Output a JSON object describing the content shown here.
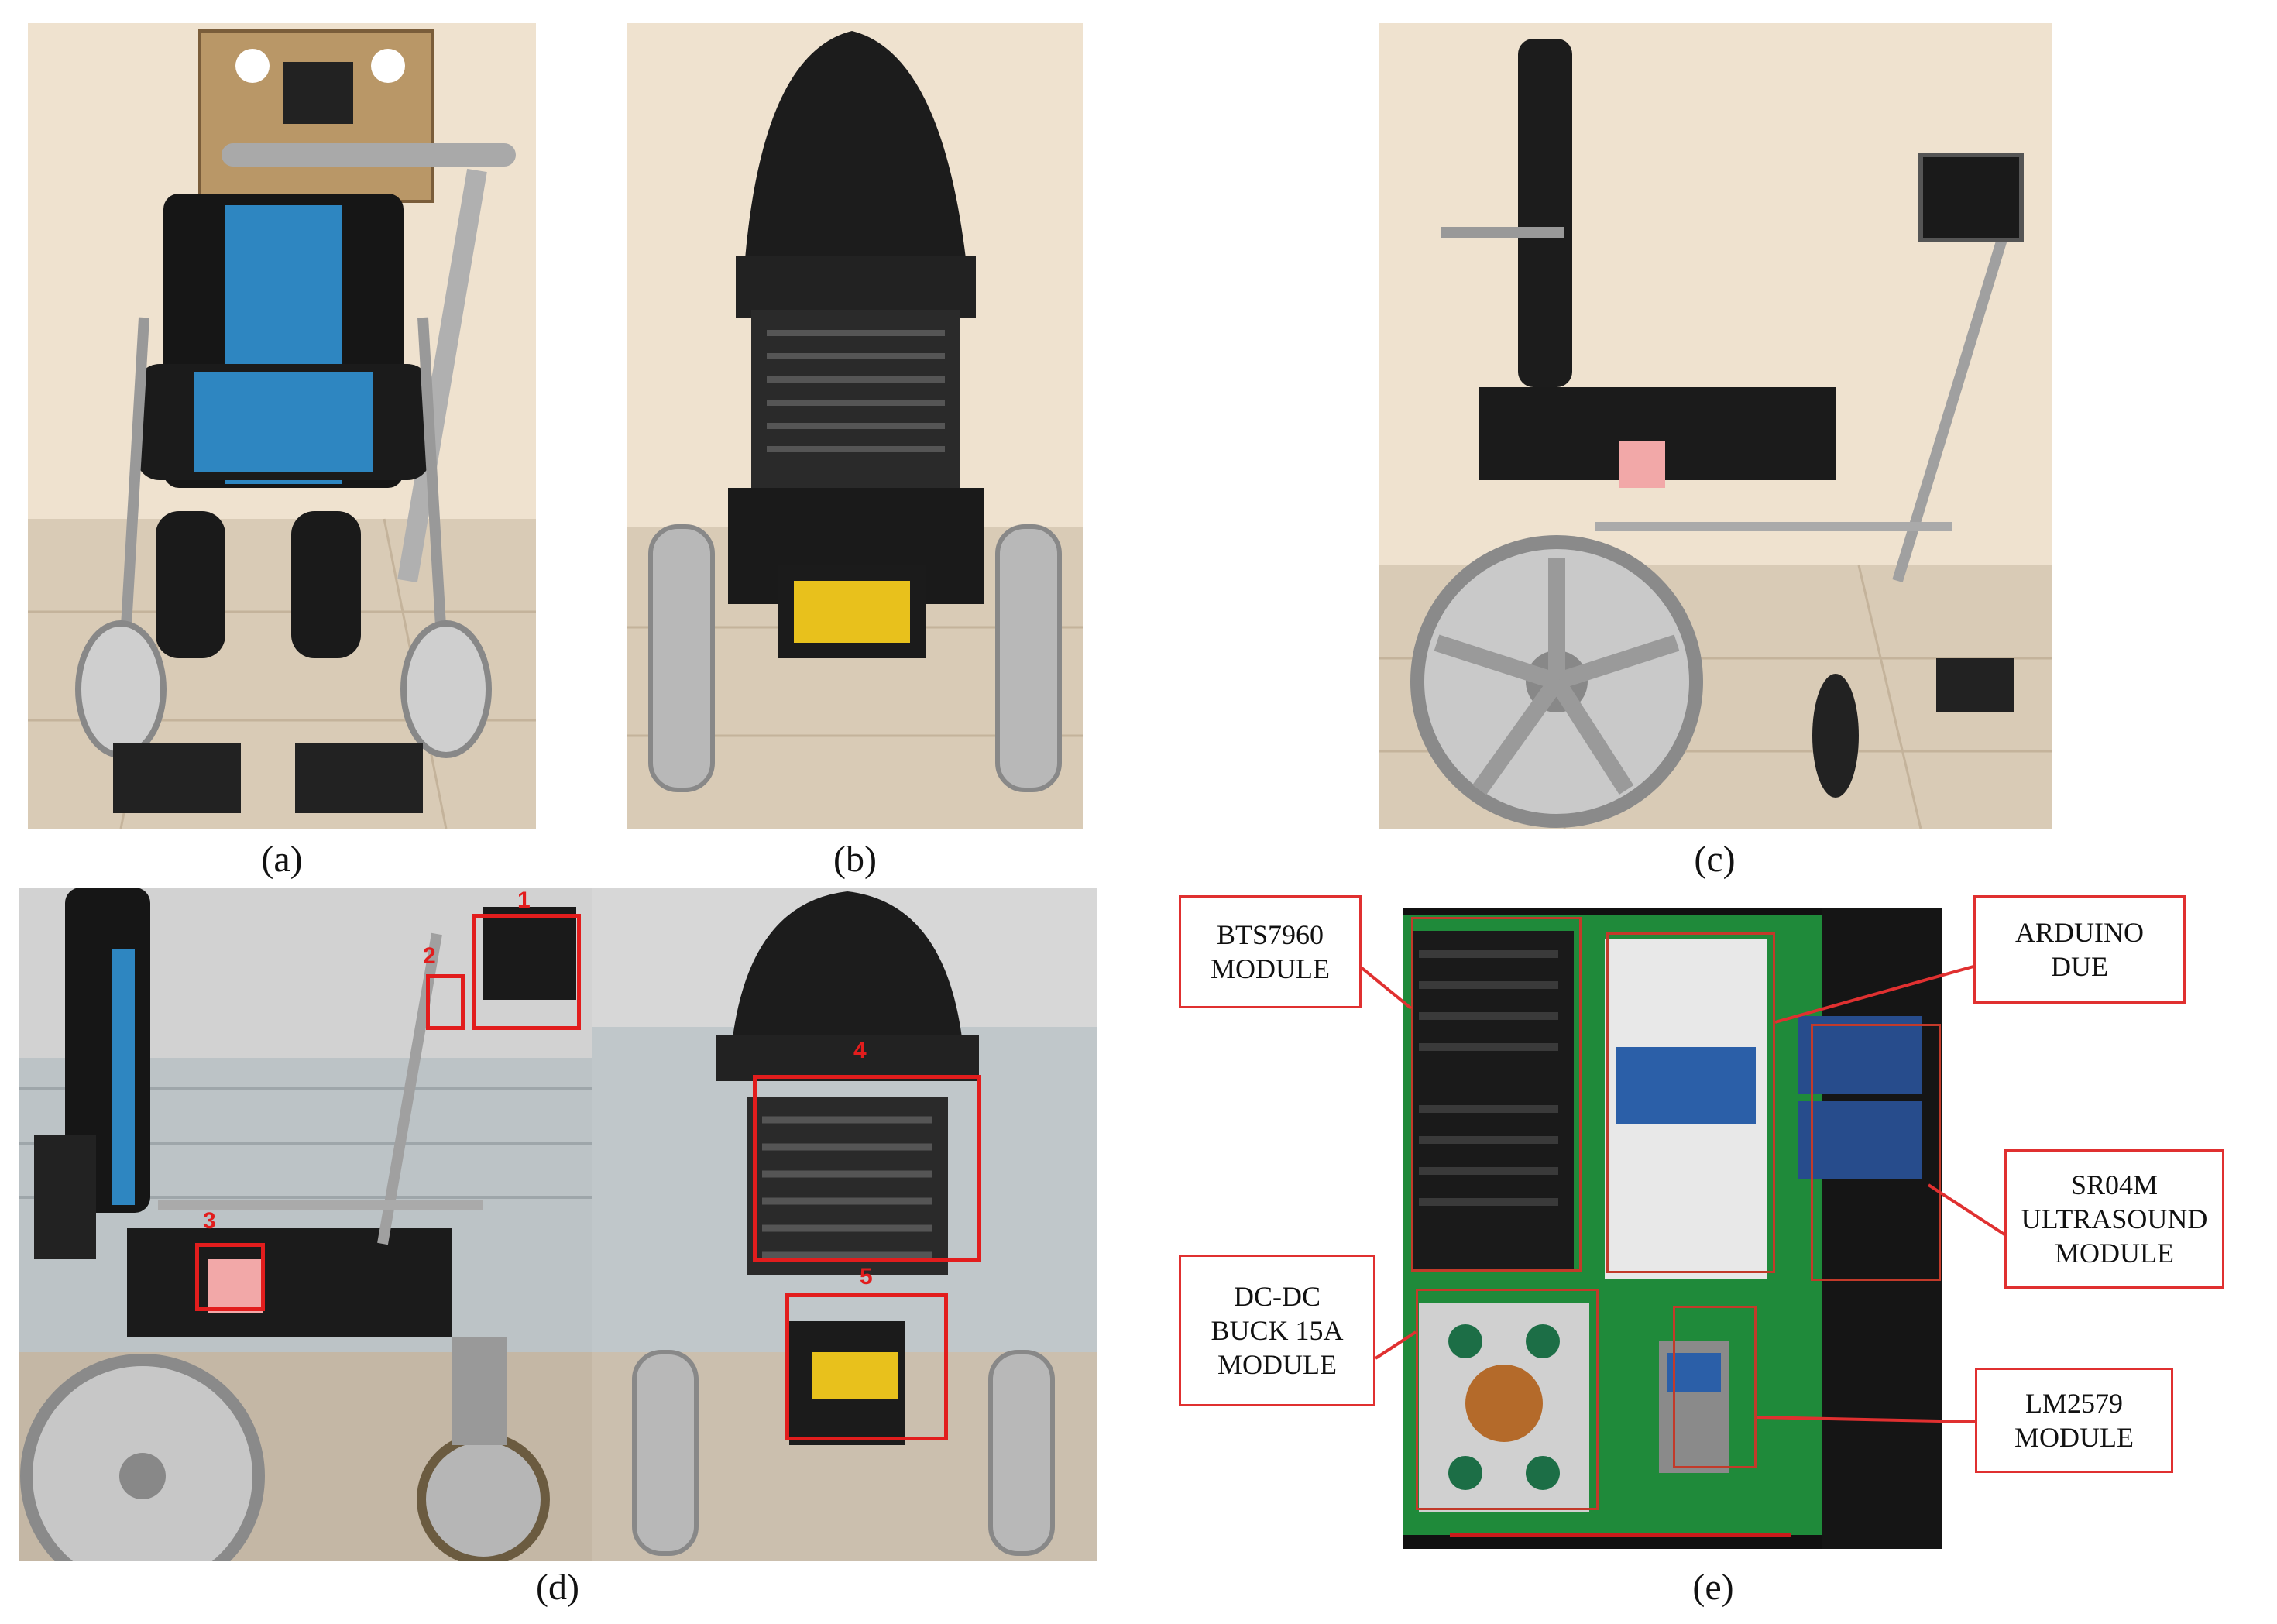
{
  "captions": {
    "a": "(a)",
    "b": "(b)",
    "c": "(c)",
    "d": "(d)",
    "e": "(e)"
  },
  "markers": [
    "1",
    "2",
    "3",
    "4",
    "5"
  ],
  "callouts": {
    "bts7960": [
      "BTS7960",
      "MODULE"
    ],
    "arduino": [
      "ARDUINO",
      "DUE"
    ],
    "sr04m": [
      "SR04M",
      "ULTRASOUND",
      "MODULE"
    ],
    "dcdc": [
      "DC-DC",
      "BUCK 15A",
      "MODULE"
    ],
    "lm2579": [
      "LM2579",
      "MODULE"
    ]
  },
  "colors": {
    "highlight": "#e21d1d",
    "pcb": "#1f8a3a",
    "wall": "#efe2cf",
    "floor": "#d9cbb6"
  }
}
